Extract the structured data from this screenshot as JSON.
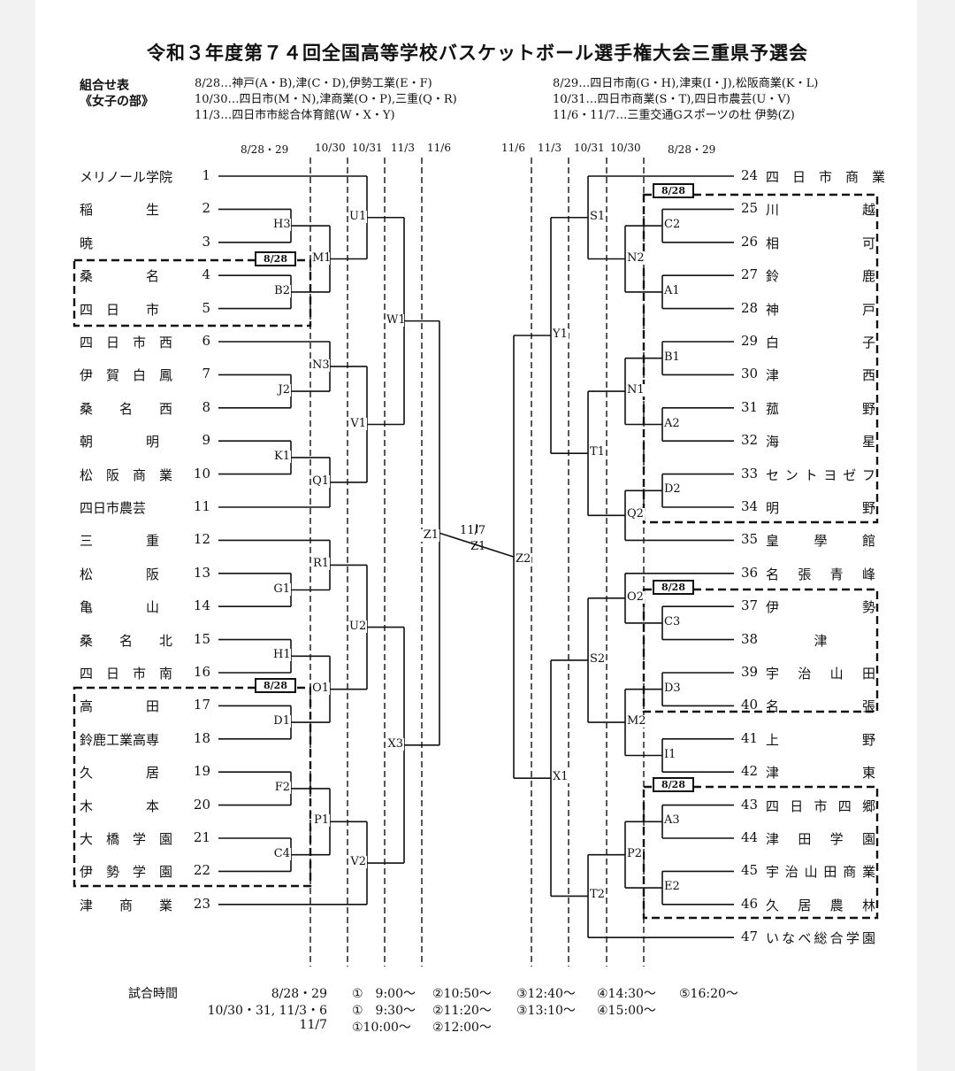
{
  "title": "令和３年度第７４回全国高等学校バスケットボール選手権大会三重県予選会",
  "header": {
    "label1": "組合せ表",
    "label2": "《女子の部》",
    "left_schedule": [
      "8/28…神戸(A・B),津(C・D),伊勢工業(E・F)",
      "10/30…四日市(M・N),津商業(O・P),三重(Q・R)",
      "11/3…四日市市総合体育館(W・X・Y)"
    ],
    "right_schedule": [
      "8/29…四日市南(G・H),津東(I・J),松阪商業(K・L)",
      "10/31…四日市商業(S・T),四日市農芸(U・V)",
      "11/6・11/7…三重交通Gスポーツの杜 伊勢(Z)"
    ]
  },
  "date_labels": {
    "left": [
      "8/28・29",
      "10/30",
      "10/31",
      "11/3",
      "11/6"
    ],
    "right": [
      "11/6",
      "11/3",
      "10/31",
      "10/30",
      "8/28・29"
    ]
  },
  "left_teams": [
    {
      "name": "メリノール学院",
      "num": "1"
    },
    {
      "name": "稲　　　　生",
      "num": "2"
    },
    {
      "name": "暁",
      "num": "3"
    },
    {
      "name": "桑　　　　名",
      "num": "4"
    },
    {
      "name": "四　日　　市",
      "num": "5"
    },
    {
      "name": "四　日　市　西",
      "num": "6"
    },
    {
      "name": "伊　賀　白　鳳",
      "num": "7"
    },
    {
      "name": "桑　　名　　西",
      "num": "8"
    },
    {
      "name": "朝　　　　明",
      "num": "9"
    },
    {
      "name": "松　阪　商　業",
      "num": "10"
    },
    {
      "name": "四日市農芸",
      "num": "11"
    },
    {
      "name": "三　　　　重",
      "num": "12"
    },
    {
      "name": "松　　　　阪",
      "num": "13"
    },
    {
      "name": "亀　　　　山",
      "num": "14"
    },
    {
      "name": "桑　　名　　北",
      "num": "15"
    },
    {
      "name": "四　日　市　南",
      "num": "16"
    },
    {
      "name": "高　　　　田",
      "num": "17"
    },
    {
      "name": "鈴鹿工業高専",
      "num": "18"
    },
    {
      "name": "久　　　　居",
      "num": "19"
    },
    {
      "name": "木　　　　本",
      "num": "20"
    },
    {
      "name": "大　橋　学　園",
      "num": "21"
    },
    {
      "name": "伊　勢　学　園",
      "num": "22"
    },
    {
      "name": "津　　商　　業",
      "num": "23"
    }
  ],
  "right_teams": [
    {
      "num": "24",
      "name": "四　日　市　商　業"
    },
    {
      "num": "25",
      "name": "川　　　　　越"
    },
    {
      "num": "26",
      "name": "相　　　　　可"
    },
    {
      "num": "27",
      "name": "鈴　　　　　鹿"
    },
    {
      "num": "28",
      "name": "神　　　　　戸"
    },
    {
      "num": "29",
      "name": "白　　　　　子"
    },
    {
      "num": "30",
      "name": "津　　　　　西"
    },
    {
      "num": "31",
      "name": "菰　　　　　野"
    },
    {
      "num": "32",
      "name": "海　　　　　星"
    },
    {
      "num": "33",
      "name": "セントヨゼフ"
    },
    {
      "num": "34",
      "name": "明　　　　　野"
    },
    {
      "num": "35",
      "name": "皇　　學　　館"
    },
    {
      "num": "36",
      "name": "名　張　青　峰"
    },
    {
      "num": "37",
      "name": "伊　　　　　勢"
    },
    {
      "num": "38",
      "name": "津"
    },
    {
      "num": "39",
      "name": "宇　治　山　田"
    },
    {
      "num": "40",
      "name": "名　　　　　張"
    },
    {
      "num": "41",
      "name": "上　　　　　野"
    },
    {
      "num": "42",
      "name": "津　　　　　東"
    },
    {
      "num": "43",
      "name": "四日市四郷"
    },
    {
      "num": "44",
      "name": "津　田　学　園"
    },
    {
      "num": "45",
      "name": "宇治山田商業"
    },
    {
      "num": "46",
      "name": "久　居　農　林"
    },
    {
      "num": "47",
      "name": "いなべ総合学園"
    }
  ],
  "match_labels": {
    "H3": "H3",
    "B2": "B2",
    "M1": "M1",
    "U1": "U1",
    "J2": "J2",
    "N3": "N3",
    "K1": "K1",
    "Q1": "Q1",
    "V1": "V1",
    "W1": "W1",
    "R1": "R1",
    "G1": "G1",
    "H1": "H1",
    "D1": "D1",
    "O1": "O1",
    "U2": "U2",
    "F2": "F2",
    "C4": "C4",
    "P1": "P1",
    "V2": "V2",
    "X3": "X3",
    "Z1L": "Z1",
    "Z1R": "Z2",
    "C2": "C2",
    "A1": "A1",
    "N2": "N2",
    "S1": "S1",
    "B1": "B1",
    "A2": "A2",
    "N1": "N1",
    "D2": "D2",
    "Q2": "Q2",
    "T1": "T1",
    "Y1": "Y1",
    "C3": "C3",
    "O2": "O2",
    "D3": "D3",
    "I1": "I1",
    "M2": "M2",
    "S2": "S2",
    "A3": "A3",
    "E2": "E2",
    "P2": "P2",
    "T2": "T2",
    "X1": "X1"
  },
  "final": {
    "date": "11/7",
    "label": "Z1"
  },
  "tags": [
    "8/28",
    "8/28",
    "8/28",
    "8/28",
    "8/28"
  ],
  "match_times": {
    "label": "試合時間",
    "rows": [
      {
        "days": "8/28・29",
        "slots": [
          "①　9:00～",
          "②10:50～",
          "③12:40～",
          "④14:30～",
          "⑤16:20～"
        ]
      },
      {
        "days": "10/30・31, 11/3・6",
        "slots": [
          "①　9:30～",
          "②11:20～",
          "③13:10～",
          "④15:00～"
        ]
      },
      {
        "days": "11/7",
        "slots": [
          "①10:00～",
          "②12:00～"
        ]
      }
    ]
  }
}
